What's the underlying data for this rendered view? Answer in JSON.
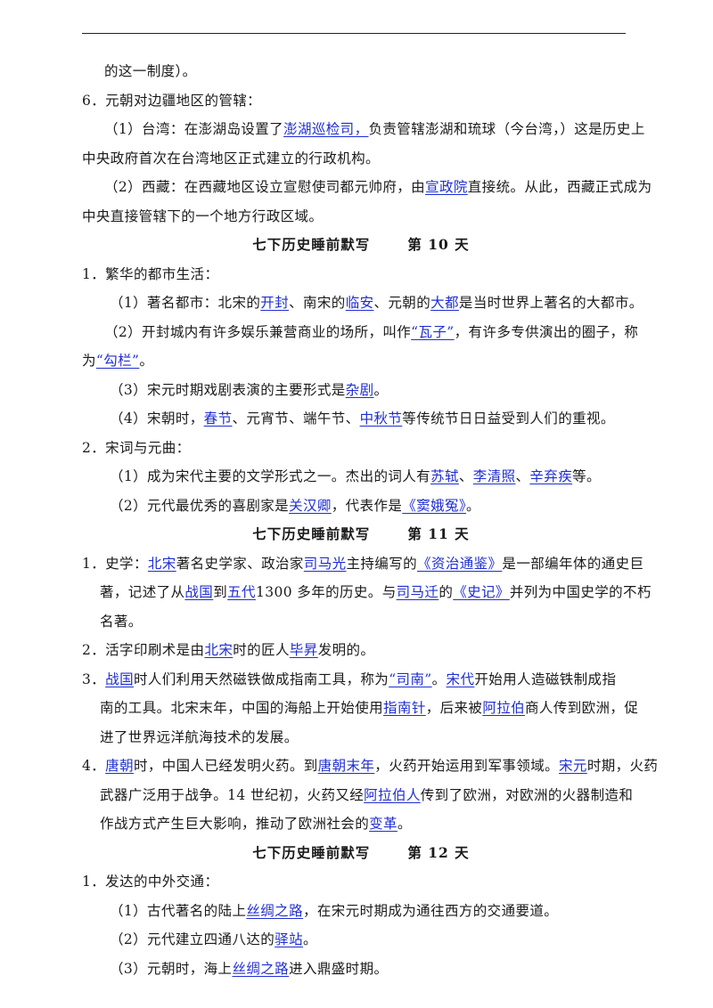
{
  "p1": {
    "t1": "的这一制度）。"
  },
  "p2": {
    "t1": "6．元朝对边疆地区的管辖："
  },
  "p3": {
    "t1": "（1）台湾：在澎湖岛设置了",
    "k1": "澎湖巡检司，",
    "t2": "负责管辖澎湖和琉球（今台湾，）这是历史上"
  },
  "p4": {
    "t1": "中央政府首次在台湾地区正式建立的行政机构。"
  },
  "p5": {
    "t1": "（2）西藏：在西藏地区设立宣慰使司都元帅府，由",
    "k1": "宣政院",
    "t2": "直接统。从此，西藏正式成为"
  },
  "p6": {
    "t1": "中央直接管辖下的一个地方行政区域。"
  },
  "h10": {
    "title": "七下历史睡前默写",
    "day": "第 10 天"
  },
  "p7": {
    "t1": "1．繁华的都市生活："
  },
  "p8": {
    "t1": "（1）著名都市：北宋的",
    "k1": "开封",
    "t2": "、南宋的",
    "k2": "临安",
    "t3": "、元朝的",
    "k3": "大都",
    "t4": "是当时世界上著名的大都市。"
  },
  "p9": {
    "t1": "（2）开封城内有许多娱乐兼营商业的场所，叫作",
    "k1": "“瓦子”",
    "t2": "，有许多专供演出的圈子，称"
  },
  "p10": {
    "t1": "为",
    "k1": "“勾栏”",
    "t2": "。"
  },
  "p11": {
    "t1": "（3）宋元时期戏剧表演的主要形式是",
    "k1": "杂剧",
    "t2": "。"
  },
  "p12": {
    "t1": "（4）宋朝时，",
    "k1": "春节",
    "t2": "、元宵节、端午节、",
    "k2": "中秋节",
    "t3": "等传统节日日益受到人们的重视。"
  },
  "p13": {
    "t1": "2．宋词与元曲："
  },
  "p14": {
    "t1": "（1）成为宋代主要的文学形式之一。杰出的词人有",
    "k1": "苏轼",
    "t2": "、",
    "k2": "李清照",
    "t3": "、",
    "k3": "辛弃疾",
    "t4": "等。"
  },
  "p15": {
    "t1": "（2）元代最优秀的喜剧家是",
    "k1": "关汉卿",
    "t2": "，代表作是",
    "k2": "《窦娥冤》",
    "t3": "。"
  },
  "h11": {
    "title": "七下历史睡前默写",
    "day": "第 11 天"
  },
  "p16": {
    "t1": "1．史学：",
    "k1": "北宋",
    "t2": "著名史学家、政治家",
    "k2": "司马光",
    "t3": "主持编写的",
    "k3": "《资治通鉴》",
    "t4": "是一部编年体的通史巨"
  },
  "p17": {
    "t1": "著，记述了从",
    "k1": "战国",
    "t2": "到",
    "k2": "五代",
    "t3": "1300 多年的历史。与",
    "k3": "司马迁",
    "t4": "的",
    "k4": "《史记》",
    "t5": "并列为中国史学的不朽"
  },
  "p18": {
    "t1": "名著。"
  },
  "p19": {
    "t1": "2．活字印刷术是由",
    "k1": "北宋",
    "t2": "时的匠人",
    "k2": "毕昇",
    "t3": "发明的。"
  },
  "p20": {
    "t1": "3．",
    "k1": "战国",
    "t2": "时人们利用天然磁铁做成指南工具，称为",
    "k2": "“司南”",
    "t3": "。",
    "k3": "宋代",
    "t4": "开始用人造磁铁制成指"
  },
  "p21": {
    "t1": "南的工具。北宋末年，中国的海船上开始使用",
    "k1": "指南针",
    "t2": "，后来被",
    "k2": "阿拉伯",
    "t3": "商人传到欧洲，促"
  },
  "p22": {
    "t1": "进了世界远洋航海技术的发展。"
  },
  "p23": {
    "t1": "4．",
    "k1": "唐朝",
    "t2": "时，中国人已经发明火药。到",
    "k2": "唐朝末年",
    "t3": "，火药开始运用到军事领域。",
    "k3": "宋元",
    "t4": "时期，火药"
  },
  "p24": {
    "t1": "武器广泛用于战争。14 世纪初，火药又经",
    "k1": "阿拉伯人",
    "t2": "传到了欧洲，对欧洲的火器制造和"
  },
  "p25": {
    "t1": "作战方式产生巨大影响，推动了欧洲社会的",
    "k1": "变革",
    "t2": "。"
  },
  "h12": {
    "title": "七下历史睡前默写",
    "day": "第 12 天"
  },
  "p26": {
    "t1": "1．发达的中外交通："
  },
  "p27": {
    "t1": "（1）古代著名的陆上",
    "k1": "丝绸之路",
    "t2": "，在宋元时期成为通往西方的交通要道。"
  },
  "p28": {
    "t1": "（2）元代建立四通八达的",
    "k1": "驿站",
    "t2": "。"
  },
  "p29": {
    "t1": "（3）元朝时，海上",
    "k1": "丝绸之路",
    "t2": "进入鼎盛时期。"
  },
  "colors": {
    "link": "#1f2ed1",
    "text": "#1a1a1a",
    "rule": "#222222"
  }
}
